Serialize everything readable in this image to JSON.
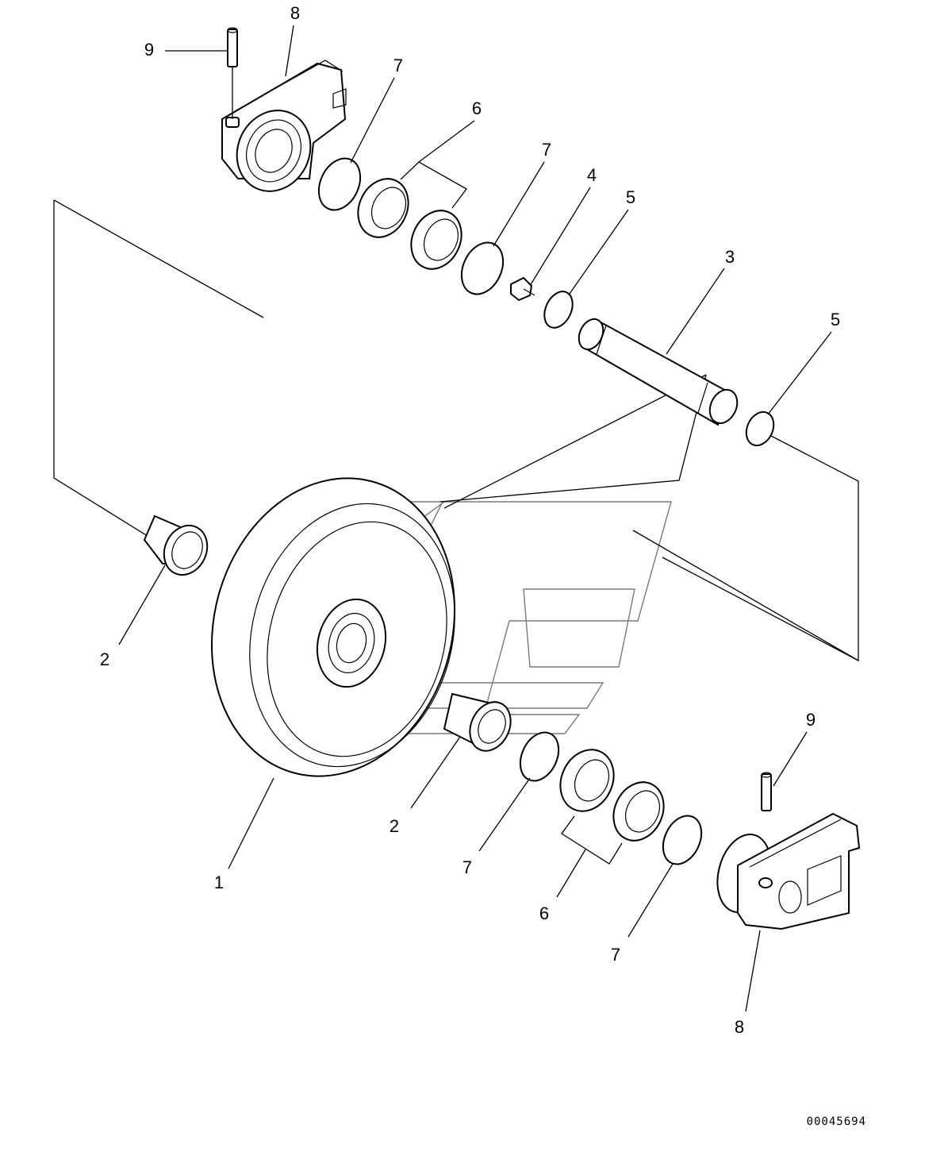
{
  "drawing_number": "00045694",
  "callouts": {
    "c8_top": "8",
    "c9_top": "9",
    "c7_a": "7",
    "c6_top": "6",
    "c7_b": "7",
    "c4": "4",
    "c5_a": "5",
    "c3": "3",
    "c5_b": "5",
    "c2_left": "2",
    "c1": "1",
    "c2_mid": "2",
    "c7_c": "7",
    "c6_bottom": "6",
    "c7_d": "7",
    "c9_bottom": "9",
    "c8_bottom": "8"
  }
}
